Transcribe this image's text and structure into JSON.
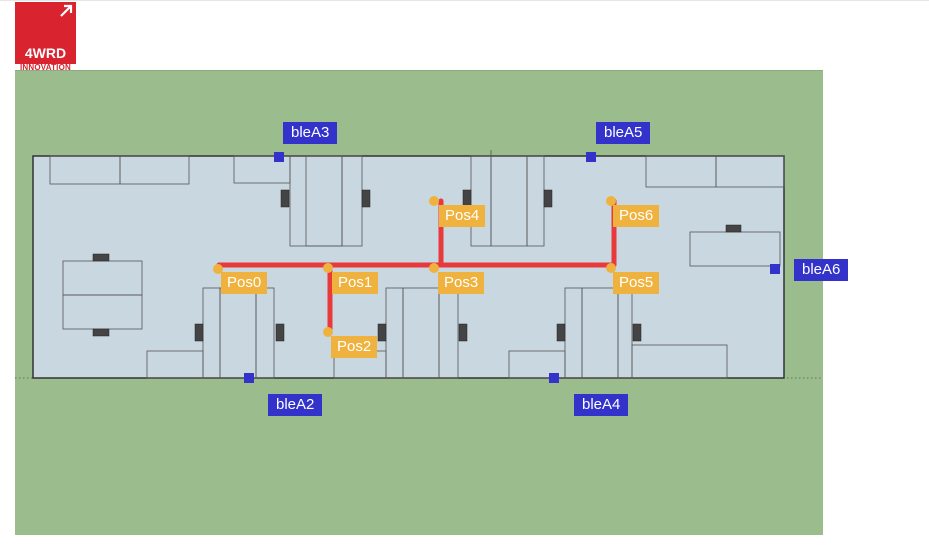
{
  "brand": {
    "logo_text": "4WRD",
    "logo_sub": "INNOVATION",
    "color": "#d9232e"
  },
  "colors": {
    "ground": "#9bbd8e",
    "floor": "#c9d7e1",
    "beacon": "#3333cc",
    "position": "#f0b23e",
    "path": "#e83a3a"
  },
  "beacons": [
    {
      "label": "bleA3"
    },
    {
      "label": "bleA5"
    },
    {
      "label": "bleA6"
    },
    {
      "label": "bleA2"
    },
    {
      "label": "bleA4"
    }
  ],
  "positions": [
    {
      "label": "Pos0"
    },
    {
      "label": "Pos1"
    },
    {
      "label": "Pos2"
    },
    {
      "label": "Pos3"
    },
    {
      "label": "Pos4"
    },
    {
      "label": "Pos5"
    },
    {
      "label": "Pos6"
    }
  ]
}
